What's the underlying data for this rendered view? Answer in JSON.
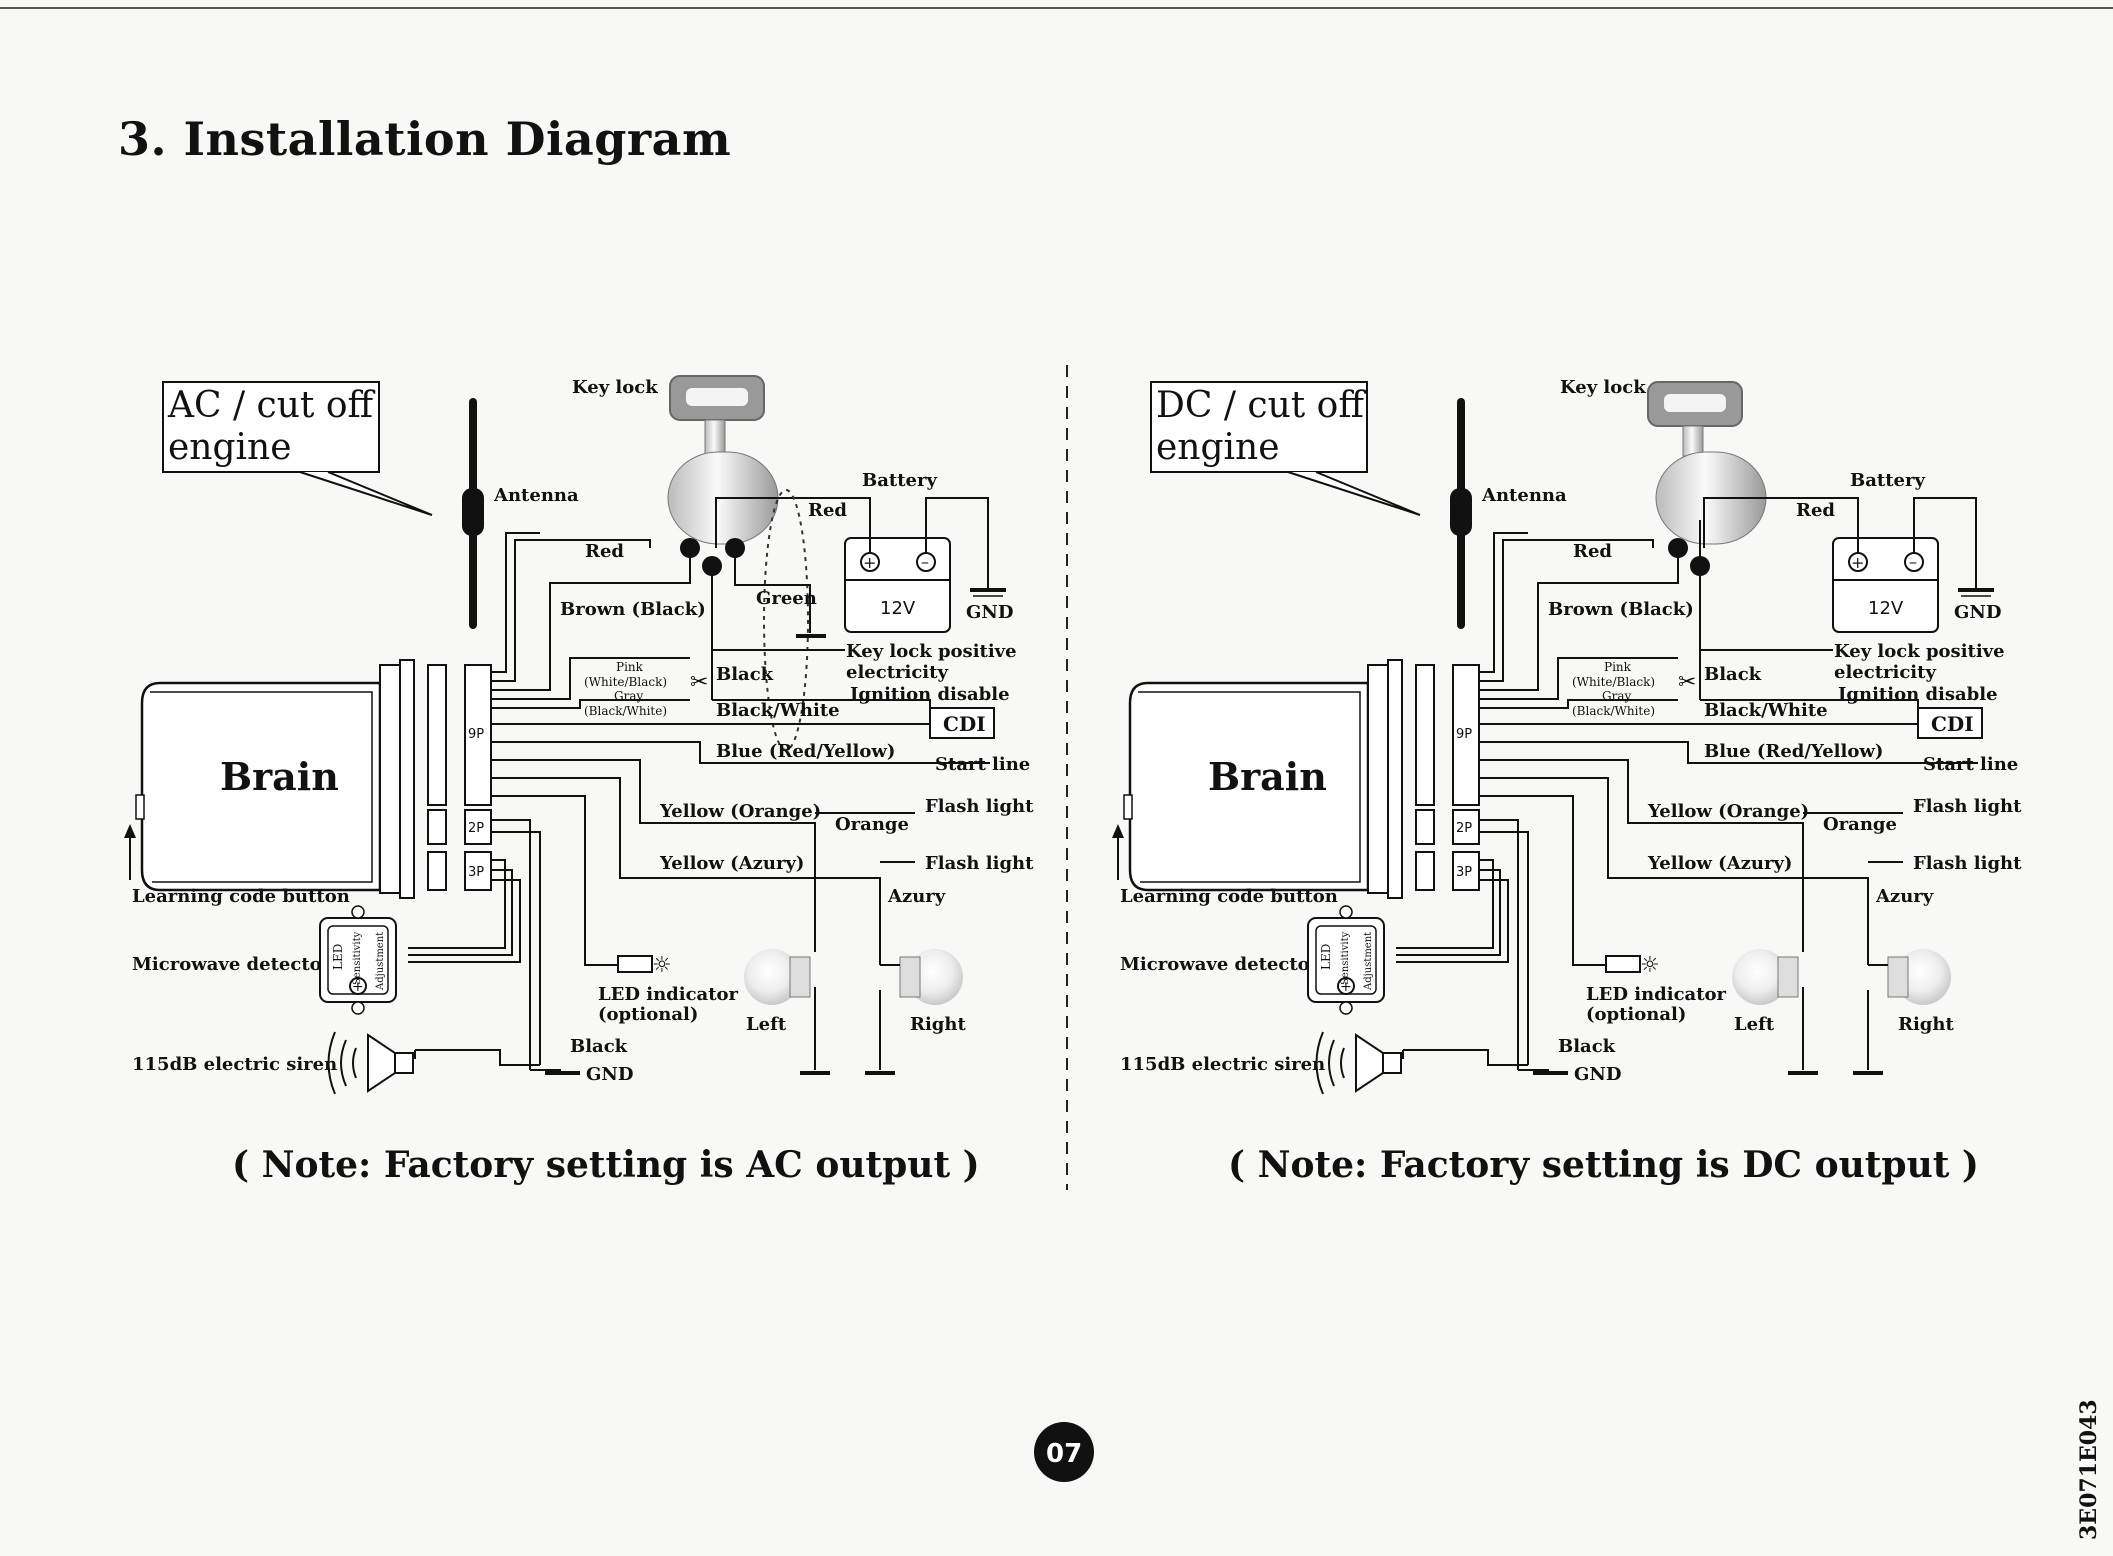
{
  "page": {
    "title": "3. Installation Diagram",
    "page_number": "07",
    "side_code": "3E071E043"
  },
  "diagrams": [
    {
      "mode_label_line1": "AC / cut off",
      "mode_label_line2": "engine",
      "note": "( Note: Factory setting is AC output )",
      "labels": {
        "key_lock": "Key lock",
        "antenna": "Antenna",
        "battery": "Battery",
        "battery_voltage": "12V",
        "red_battery": "Red",
        "red_key": "Red",
        "gnd_battery": "GND",
        "green": "Green",
        "brown_black": "Brown (Black)",
        "pink_1": "Pink",
        "pink_2": "(White/Black)",
        "pink_3": "Gray",
        "pink_4": "(Black/White)",
        "black": "Black",
        "key_lock_pos_1": "Key lock positive",
        "key_lock_pos_2": "electricity",
        "ignition_disable": "Ignition disable",
        "black_white": "Black/White",
        "cdi": "CDI",
        "blue_red_yellow": "Blue (Red/Yellow)",
        "start_line": "Start line",
        "brain": "Brain",
        "conn_9p": "9P",
        "conn_2p": "2P",
        "conn_3p": "3P",
        "yellow_orange": "Yellow (Orange)",
        "orange": "Orange",
        "flash_light_1": "Flash light",
        "yellow_azury": "Yellow (Azury)",
        "flash_light_2": "Flash light",
        "azury": "Azury",
        "learning_code_button": "Learning code button",
        "microwave_detector": "Microwave detector",
        "led_small": "LED",
        "sensitivity": "Sensitivity",
        "adjustment": "Adjustment",
        "led_indicator_1": "LED indicator",
        "led_indicator_2": "(optional)",
        "left": "Left",
        "right": "Right",
        "black_gnd": "Black",
        "gnd_bottom": "GND",
        "siren": "115dB electric siren"
      }
    },
    {
      "mode_label_line1": "DC / cut off",
      "mode_label_line2": "engine",
      "note": "( Note: Factory setting is DC output )",
      "labels": {
        "key_lock": "Key lock",
        "antenna": "Antenna",
        "battery": "Battery",
        "battery_voltage": "12V",
        "red_battery": "Red",
        "red_key": "Red",
        "gnd_battery": "GND",
        "green": "",
        "brown_black": "Brown (Black)",
        "pink_1": "Pink",
        "pink_2": "(White/Black)",
        "pink_3": "Gray",
        "pink_4": "(Black/White)",
        "black": "Black",
        "key_lock_pos_1": "Key lock positive",
        "key_lock_pos_2": "electricity",
        "ignition_disable": "Ignition disable",
        "black_white": "Black/White",
        "cdi": "CDI",
        "blue_red_yellow": "Blue (Red/Yellow)",
        "start_line": "Start line",
        "brain": "Brain",
        "conn_9p": "9P",
        "conn_2p": "2P",
        "conn_3p": "3P",
        "yellow_orange": "Yellow (Orange)",
        "orange": "Orange",
        "flash_light_1": "Flash light",
        "yellow_azury": "Yellow (Azury)",
        "flash_light_2": "Flash light",
        "azury": "Azury",
        "learning_code_button": "Learning code button",
        "microwave_detector": "Microwave detector",
        "led_small": "LED",
        "sensitivity": "Sensitivity",
        "adjustment": "Adjustment",
        "led_indicator_1": "LED indicator",
        "led_indicator_2": "(optional)",
        "left": "Left",
        "right": "Right",
        "black_gnd": "Black",
        "gnd_bottom": "GND",
        "siren": "115dB electric siren"
      }
    }
  ]
}
